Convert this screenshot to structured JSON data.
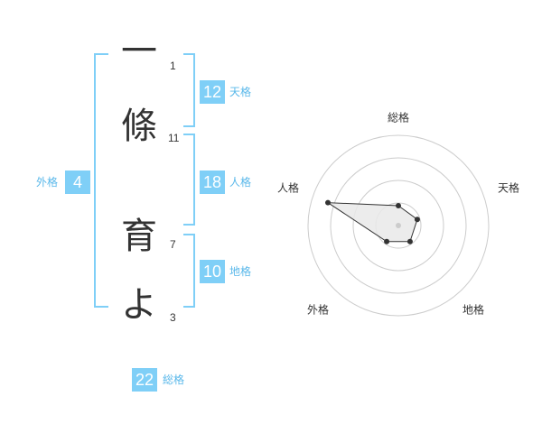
{
  "name": {
    "chars": [
      {
        "char": "一",
        "strokes": "1"
      },
      {
        "char": "條",
        "strokes": "11"
      },
      {
        "char": "育",
        "strokes": "7"
      },
      {
        "char": "よ",
        "strokes": "3"
      }
    ]
  },
  "scores": {
    "tenkaku": {
      "value": "12",
      "label": "天格"
    },
    "jinkaku": {
      "value": "18",
      "label": "人格"
    },
    "chikaku": {
      "value": "10",
      "label": "地格"
    },
    "gaikaku": {
      "value": "4",
      "label": "外格"
    },
    "soukaku": {
      "value": "22",
      "label": "総格"
    }
  },
  "radar": {
    "axes": [
      "総格",
      "天格",
      "地格",
      "外格",
      "人格"
    ],
    "levels": 4,
    "values": [
      0.22,
      0.22,
      0.22,
      0.22,
      0.82
    ],
    "colors": {
      "ring": "#cccccc",
      "fill": "#e9e9e9",
      "stroke": "#333333",
      "point": "#333333",
      "center": "#cccccc"
    }
  },
  "colors": {
    "accent": "#7fcff7",
    "accent_text": "#5ab8ea"
  }
}
